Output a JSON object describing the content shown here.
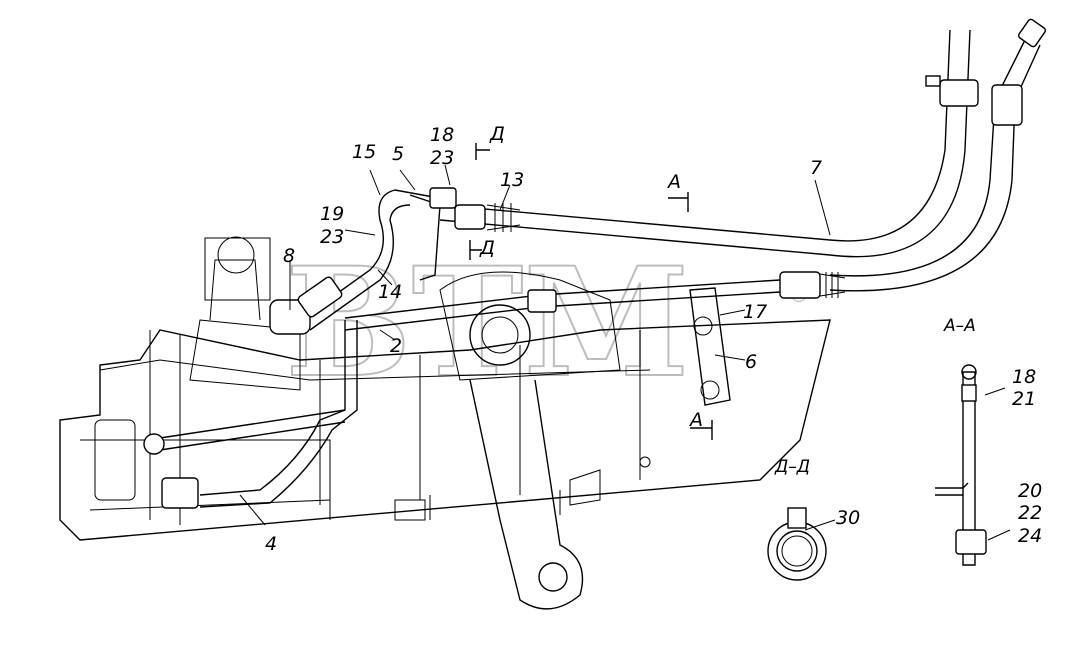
{
  "watermark": {
    "text": "ВТМ",
    "mark": "®"
  },
  "callouts": {
    "c15": "15",
    "c5": "5",
    "c18": "18",
    "c23a": "23",
    "cD1": "Д",
    "c13": "13",
    "cA1": "А",
    "c7": "7",
    "c19": "19",
    "c23b": "23",
    "cD2": "Д",
    "c8": "8",
    "c14": "14",
    "c2": "2",
    "c17": "17",
    "c6": "6",
    "cA2": "А",
    "c4": "4",
    "c30": "30",
    "c18b": "18",
    "c21": "21",
    "c20": "20",
    "c22": "22",
    "c24": "24"
  },
  "sections": {
    "aa": "А–А",
    "dd": "Д–Д"
  }
}
